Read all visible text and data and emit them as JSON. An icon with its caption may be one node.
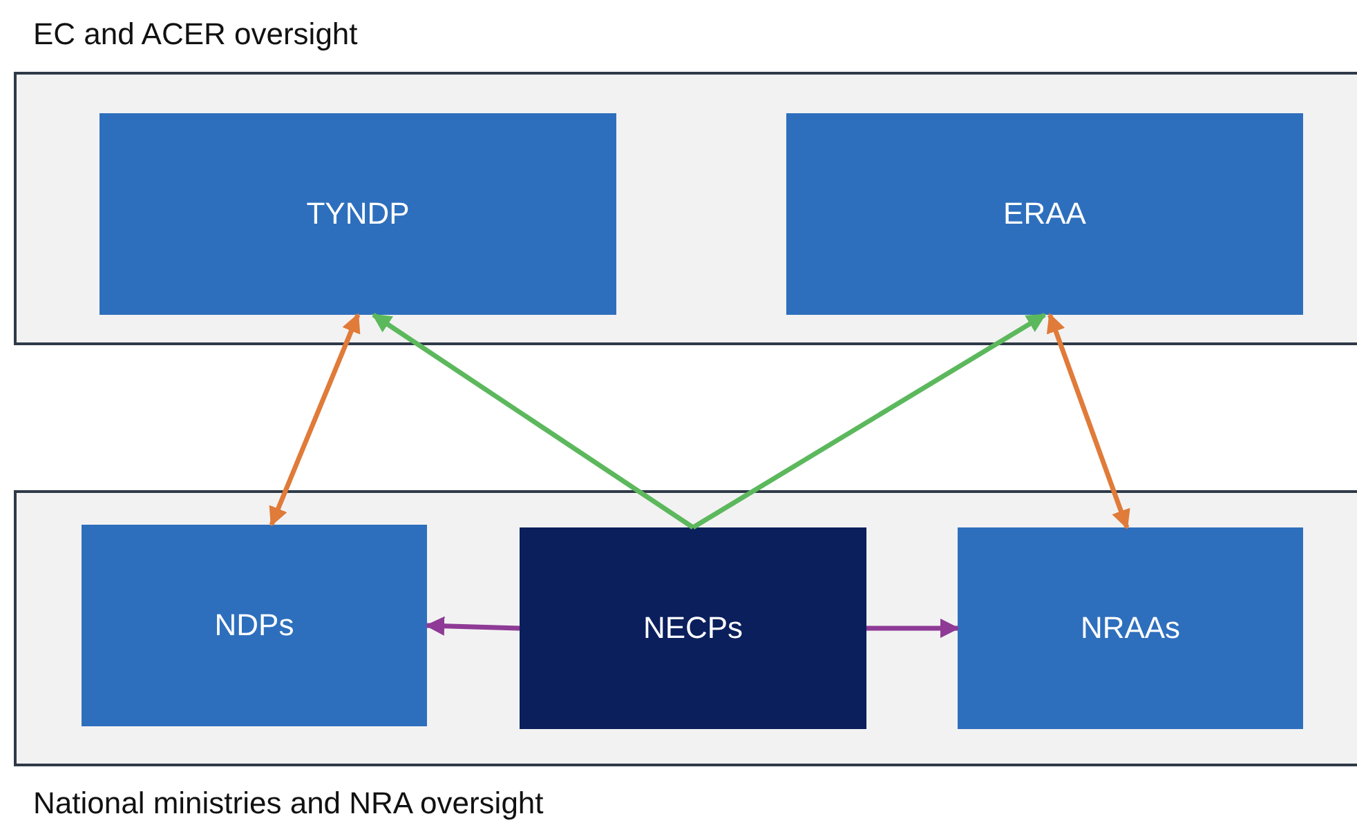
{
  "diagram": {
    "nodes": [
      {
        "text": [
          "EC and ACER oversight"
        ]
      },
      {
        "text": [
          "TYNDP"
        ],
        "in": 0
      },
      {
        "text": [
          "ERAA"
        ],
        "in": 0
      },
      {
        "text": [
          "National ministries and NRA oversight"
        ]
      },
      {
        "text": [
          "NDPs"
        ],
        "in": 3
      },
      {
        "text": [
          "NECPs"
        ],
        "in": 3
      },
      {
        "text": [
          "NRAAs"
        ],
        "in": 3
      }
    ],
    "edges": [
      {
        "from": 1,
        "to": 4,
        "arrow": "both",
        "color": "#e07b39"
      },
      {
        "from": 2,
        "to": 6,
        "arrow": "both",
        "color": "#e07b39"
      },
      {
        "from": 5,
        "to": 1,
        "arrow": "to",
        "color": "#5cb85c"
      },
      {
        "from": 5,
        "to": 2,
        "arrow": "to",
        "color": "#5cb85c"
      },
      {
        "from": 5,
        "to": 4,
        "arrow": "to",
        "color": "#8e3a96"
      },
      {
        "from": 5,
        "to": 6,
        "arrow": "to",
        "color": "#8e3a96"
      }
    ]
  }
}
